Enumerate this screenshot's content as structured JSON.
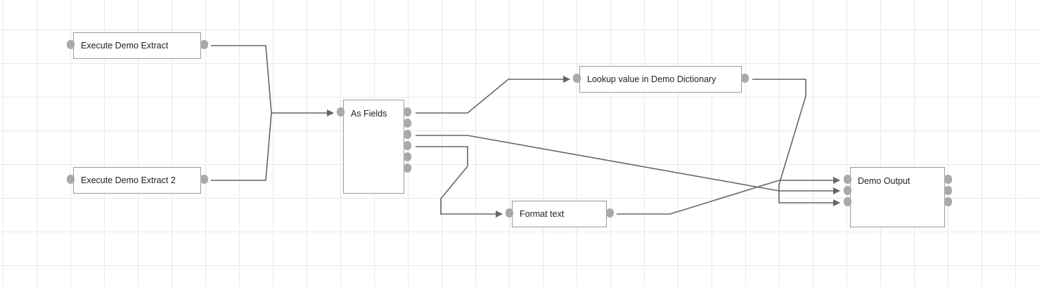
{
  "nodes": {
    "extract1": {
      "label": "Execute Demo Extract"
    },
    "extract2": {
      "label": "Execute Demo Extract 2"
    },
    "as_fields": {
      "label": "As Fields"
    },
    "lookup": {
      "label": "Lookup value in Demo Dictionary"
    },
    "format_text": {
      "label": "Format text"
    },
    "output": {
      "label": "Demo Output"
    }
  },
  "edges": [
    {
      "from": "extract1.out",
      "to": "as_fields.in"
    },
    {
      "from": "extract2.out",
      "to": "as_fields.in"
    },
    {
      "from": "as_fields.out1",
      "to": "lookup.in"
    },
    {
      "from": "as_fields.out3",
      "to": "output.in2"
    },
    {
      "from": "as_fields.out4",
      "to": "format_text.in"
    },
    {
      "from": "lookup.out",
      "to": "output.in3"
    },
    {
      "from": "format_text.out",
      "to": "output.in1"
    }
  ],
  "colors": {
    "edge": "#666666",
    "port": "#a9a9a9",
    "node_border": "#9a9a9a",
    "grid": "#e9e9e9"
  }
}
